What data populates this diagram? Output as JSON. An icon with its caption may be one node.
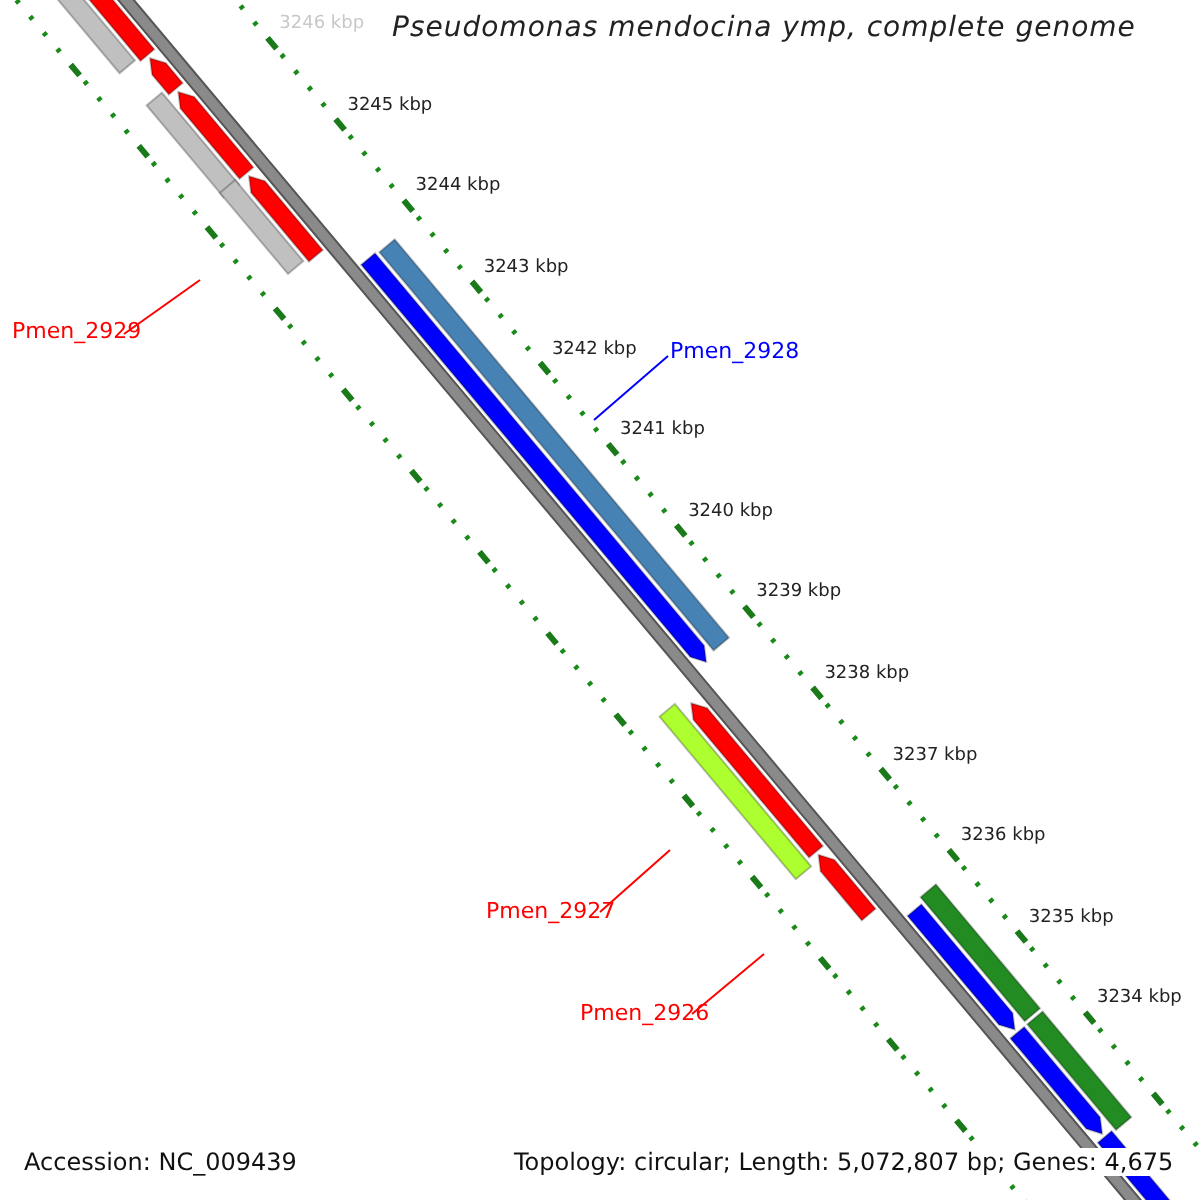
{
  "diagram": {
    "title": "Pseudomonas mendocina ymp, complete genome",
    "nodes": [
      {
        "text": [
          "Pmen_2929"
        ]
      },
      {
        "text": [
          "Pmen_2928"
        ]
      },
      {
        "text": [
          "Pmen_2927"
        ]
      },
      {
        "text": [
          "Pmen_2926"
        ]
      }
    ],
    "edges": [
      {
        "from": 0,
        "to": null,
        "arrow": "none"
      },
      {
        "from": 1,
        "to": null,
        "arrow": "none",
        "color": "#0000ff"
      },
      {
        "from": 2,
        "to": null,
        "arrow": "none"
      },
      {
        "from": 3,
        "to": null,
        "arrow": "none"
      }
    ],
    "labels": [
      "3246 kbp",
      "3245 kbp",
      "3244 kbp",
      "3243 kbp",
      "3242 kbp",
      "3241 kbp",
      "3240 kbp",
      "3239 kbp",
      "3238 kbp",
      "3237 kbp",
      "3236 kbp",
      "3235 kbp",
      "3234 kbp",
      "Accession: NC_009439",
      "Topology: circular; Length: 5,072,807 bp; Genes: 4,675"
    ]
  }
}
